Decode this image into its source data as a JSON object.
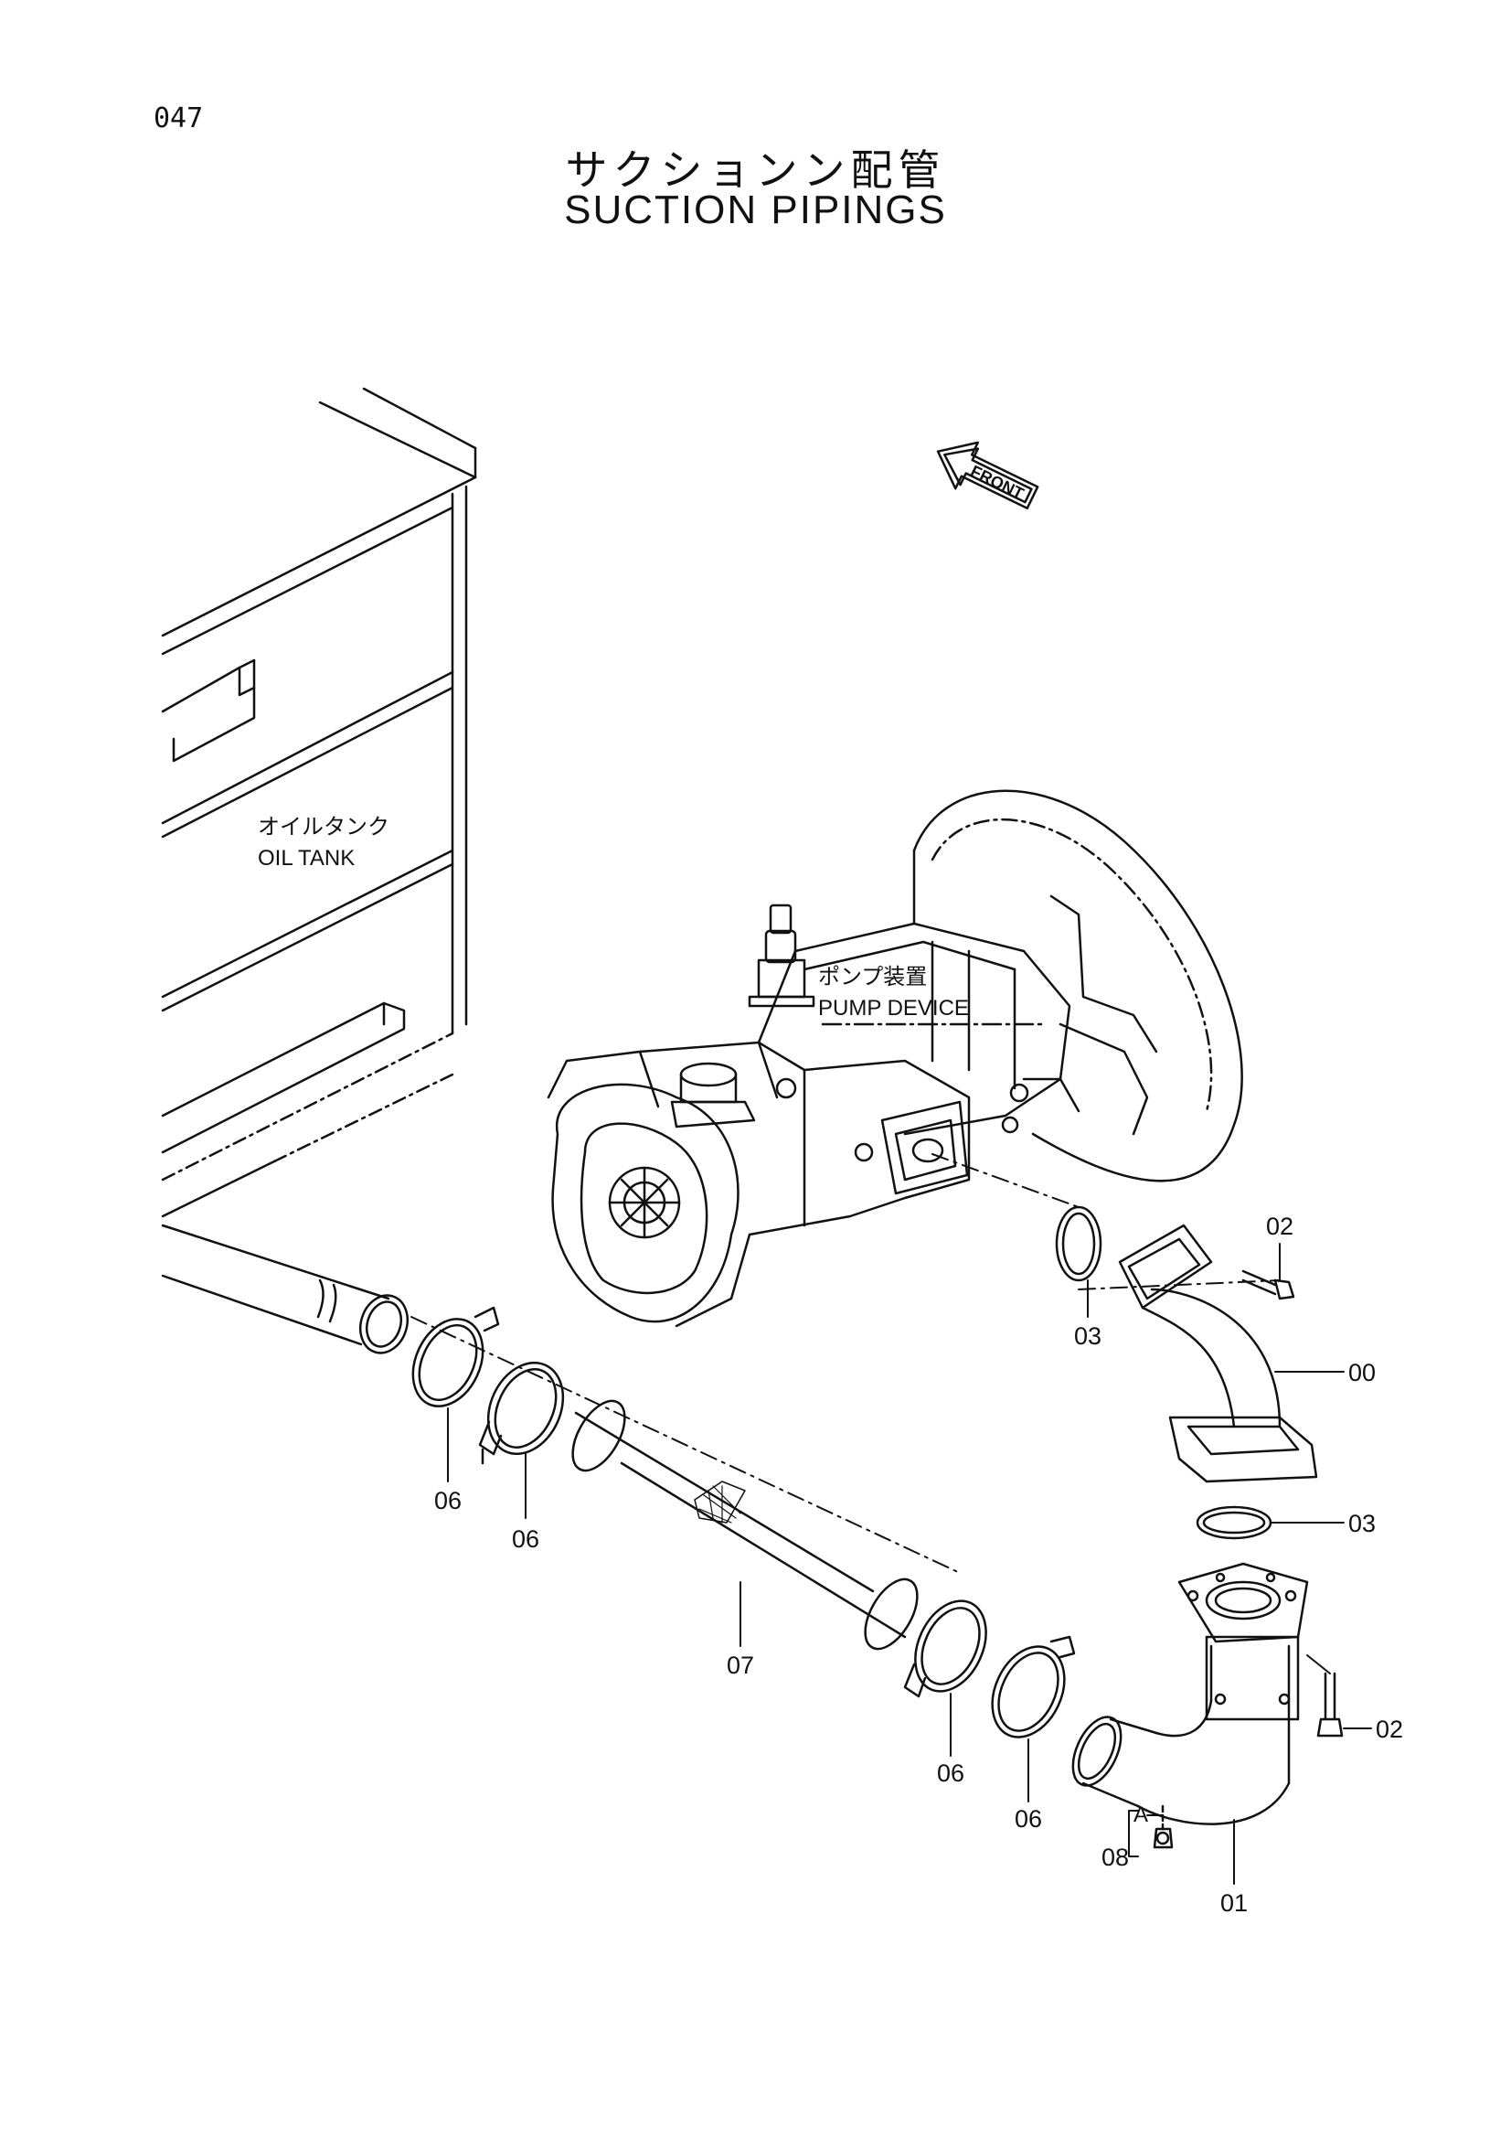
{
  "page_number": "047",
  "title_jp": "サクションン配管",
  "title_en": "SUCTION  PIPINGS",
  "front_marker": "FRONT",
  "components": {
    "oil_tank": {
      "jp": "オイルタンク",
      "en": "OIL  TANK"
    },
    "pump_device": {
      "jp": "ポンプ装置",
      "en": "PUMP  DEVICE"
    }
  },
  "callouts": {
    "c00": "00",
    "c01": "01",
    "c02a": "02",
    "c02b": "02",
    "c03a": "03",
    "c03b": "03",
    "c06a": "06",
    "c06b": "06",
    "c06c": "06",
    "c06d": "06",
    "c07": "07",
    "c08": "08",
    "detail_a": "A"
  }
}
